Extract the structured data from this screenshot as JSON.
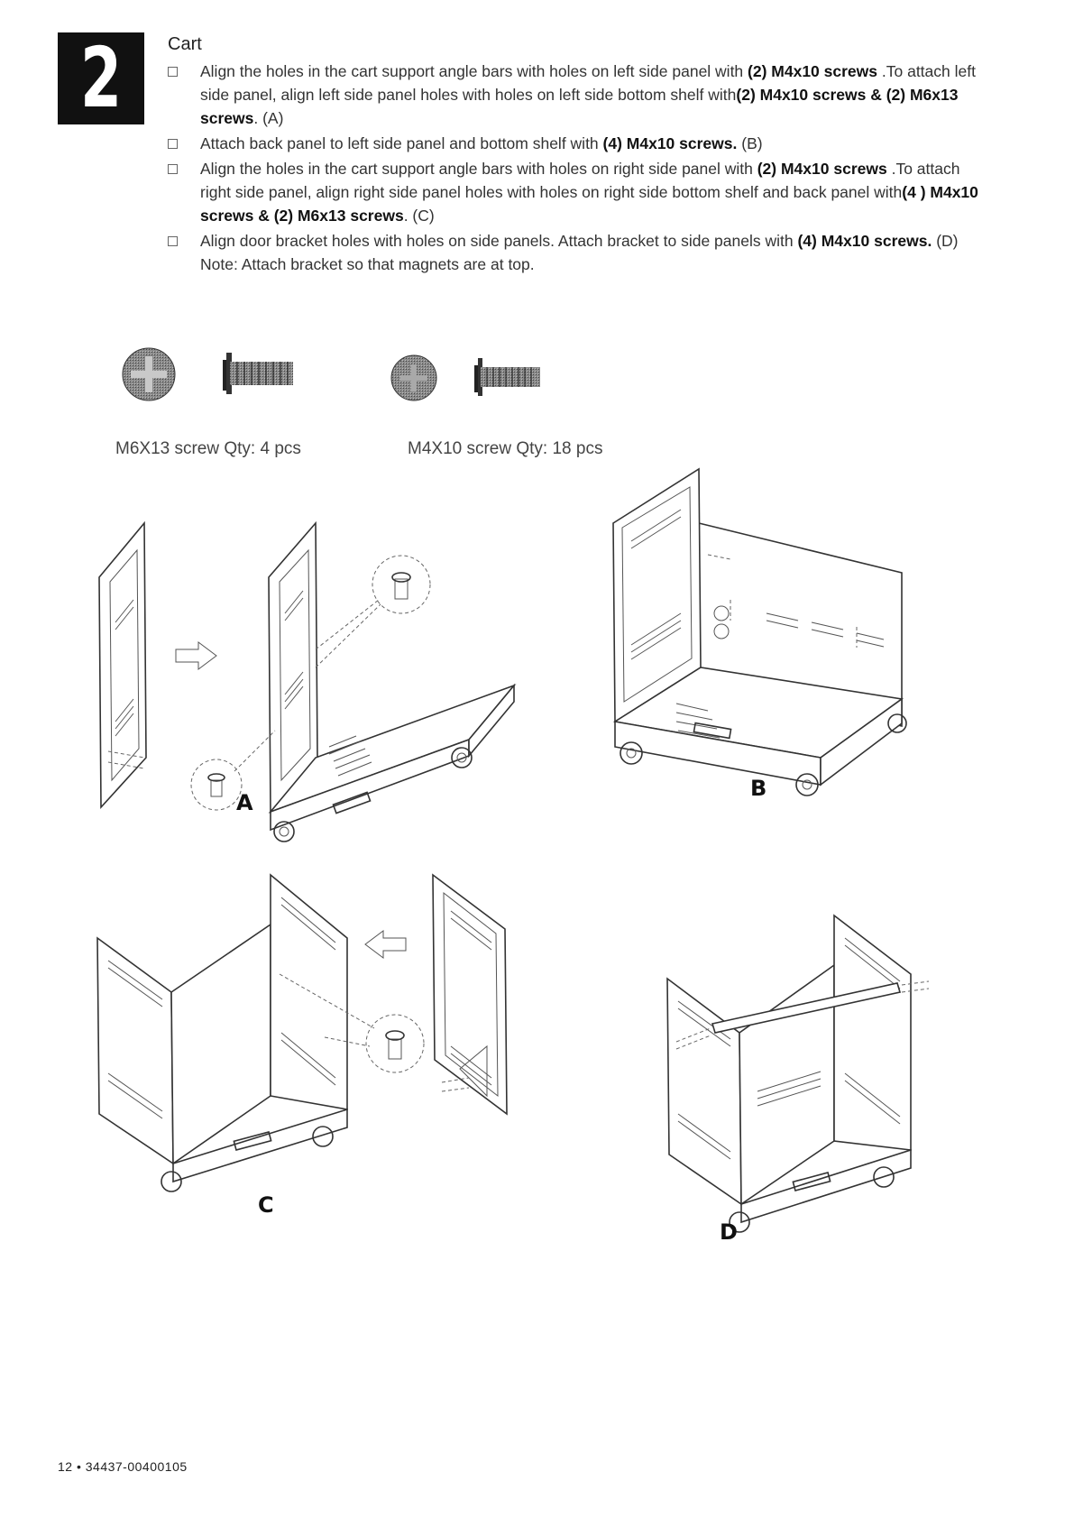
{
  "step": {
    "number": "2",
    "title": "Cart"
  },
  "instructions": [
    {
      "parts": [
        {
          "t": "Align the holes in the cart support angle bars with holes on left side panel with ",
          "b": false
        },
        {
          "t": "(2) M4x10 screws",
          "b": true
        },
        {
          "t": " .To attach left side panel, align left side panel holes with holes on left side bottom shelf with",
          "b": false
        },
        {
          "t": "(2) M4x10 screws & (2) M6x13 screws",
          "b": true
        },
        {
          "t": ". (A)",
          "b": false
        }
      ]
    },
    {
      "parts": [
        {
          "t": "Attach back panel to left side panel and bottom shelf with ",
          "b": false
        },
        {
          "t": "(4) M4x10 screws.",
          "b": true
        },
        {
          "t": " (B)",
          "b": false
        }
      ]
    },
    {
      "parts": [
        {
          "t": "Align the holes in the cart support angle bars with holes on right side panel with ",
          "b": false
        },
        {
          "t": "(2) M4x10 screws",
          "b": true
        },
        {
          "t": " .To attach right side panel, align right side panel holes with holes on right side bottom shelf and back panel with",
          "b": false
        },
        {
          "t": "(4 ) M4x10 screws & (2) M6x13 screws",
          "b": true
        },
        {
          "t": ". (C)",
          "b": false
        }
      ]
    },
    {
      "parts": [
        {
          "t": "Align door bracket holes with holes on side panels. Attach bracket to side panels with ",
          "b": false
        },
        {
          "t": "(4) M4x10 screws.",
          "b": true
        },
        {
          "t": " (D) Note: Attach bracket so that magnets are at top.",
          "b": false
        }
      ]
    }
  ],
  "hardware": [
    {
      "label": "M6X13 screw  Qty: 4 pcs"
    },
    {
      "label": "M4X10 screw  Qty: 18 pcs"
    }
  ],
  "figures": {
    "a": "A",
    "b": "B",
    "c": "C",
    "d": "D"
  },
  "footer": "12 • 34437-00400105"
}
